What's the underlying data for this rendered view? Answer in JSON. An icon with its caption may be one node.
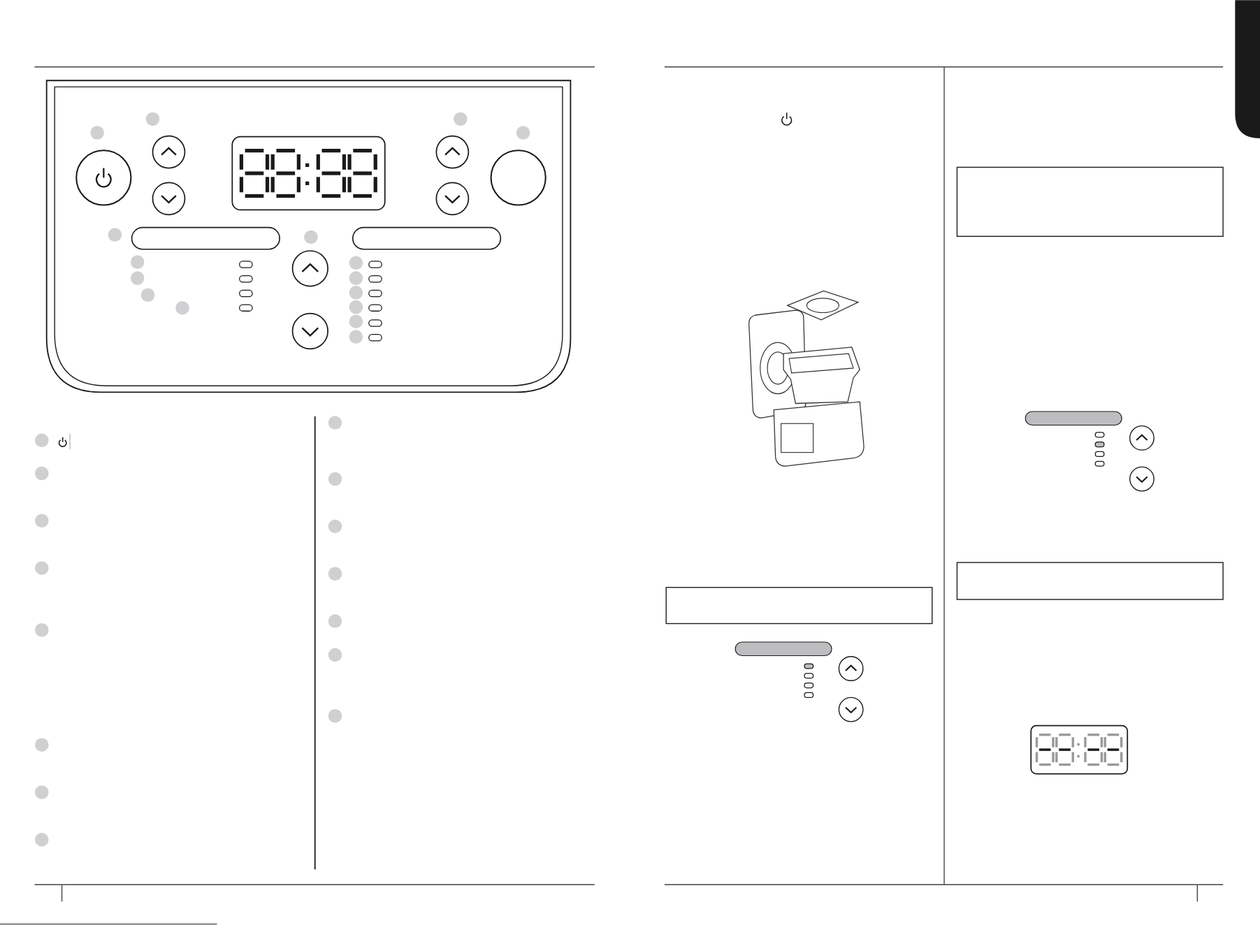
{
  "diagram": {
    "nodes": [
      {
        "text": [],
        "shape": "bar"
      },
      {
        "text": [],
        "shape": "bar"
      },
      {
        "text": [],
        "shape": "box"
      },
      {
        "text": [],
        "shape": "bar"
      },
      {
        "text": [],
        "shape": "box"
      },
      {
        "text": [],
        "shape": "bar"
      },
      {
        "text": [],
        "shape": "box"
      }
    ]
  }
}
